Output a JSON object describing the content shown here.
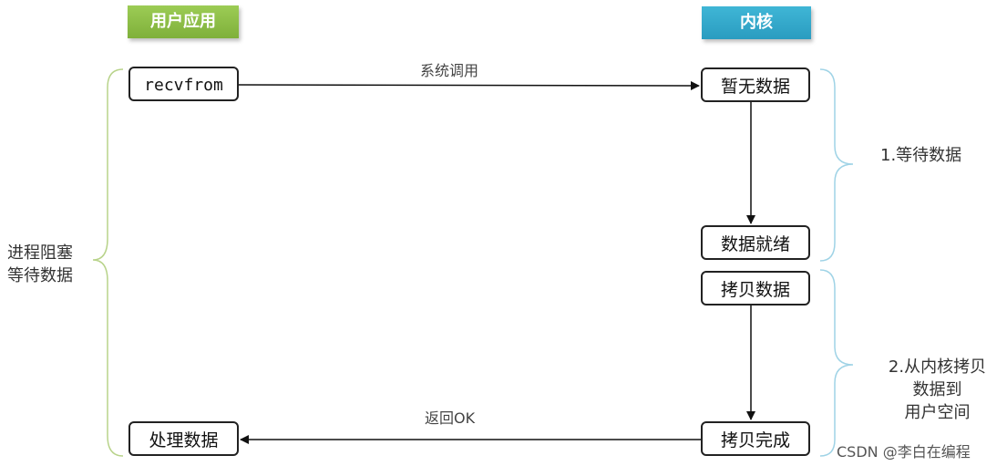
{
  "headers": {
    "user_app": "用户应用",
    "kernel": "内核"
  },
  "user_side": {
    "recvfrom": "recvfrom",
    "process_data": "处理数据"
  },
  "kernel_side": {
    "no_data": "暂无数据",
    "data_ready": "数据就绪",
    "copy_data": "拷贝数据",
    "copy_done": "拷贝完成"
  },
  "arrows": {
    "syscall": "系统调用",
    "return_ok": "返回OK"
  },
  "annotations": {
    "blocking_line1": "进程阻塞",
    "blocking_line2": "等待数据",
    "phase1": "1.等待数据",
    "phase2_line1": "2.从内核拷贝",
    "phase2_line2": "数据到",
    "phase2_line3": "用户空间"
  },
  "watermark": "CSDN @李白在编程",
  "colors": {
    "user_header": "#8bbd45",
    "kernel_header": "#32a9cc",
    "brace_user": "#b8d38a",
    "brace_kernel": "#9fd3e6"
  }
}
